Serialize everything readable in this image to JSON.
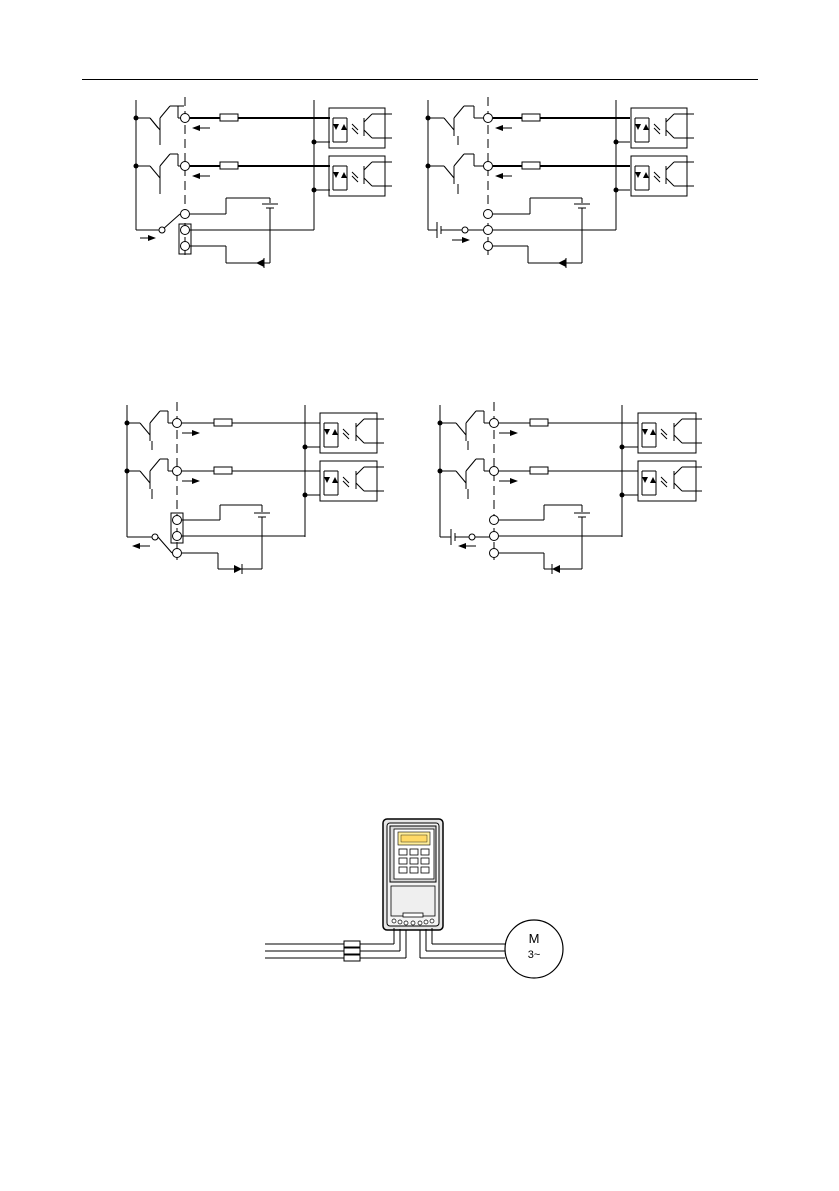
{
  "diagrams": [
    {
      "id": "top-left",
      "common_terminal": "jumper-upper",
      "external_supply": false,
      "current_direction": "into-terminal"
    },
    {
      "id": "top-right",
      "common_terminal": "open",
      "external_supply": true,
      "current_direction": "into-terminal"
    },
    {
      "id": "bottom-left",
      "common_terminal": "jumper-lower",
      "external_supply": false,
      "current_direction": "out-of-terminal"
    },
    {
      "id": "bottom-right",
      "common_terminal": "open",
      "external_supply": true,
      "current_direction": "out-of-terminal"
    }
  ],
  "wiring": {
    "motor_label": "M",
    "motor_phase_label": "3~",
    "input_lines": 3,
    "output_lines": 3
  }
}
